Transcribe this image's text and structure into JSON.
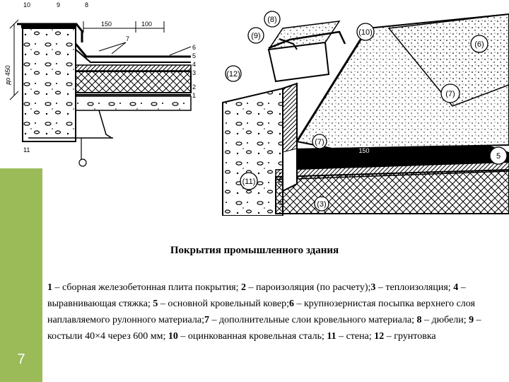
{
  "slide": {
    "number": "7"
  },
  "drawing_left": {
    "dimensions": [
      "150",
      "100"
    ],
    "height_label": "до 450",
    "callouts": [
      "10",
      "9",
      "8",
      "7",
      "6",
      "5",
      "4",
      "3",
      "2",
      "1",
      "11"
    ]
  },
  "drawing_right": {
    "callouts": [
      "(8)",
      "(9)",
      "(10)",
      "(6)",
      "(12)",
      "(7)",
      "(7)",
      "5",
      "(11)",
      "(3)"
    ],
    "dimension": "150"
  },
  "caption": "Покрытия промышленного здания",
  "legend": [
    {
      "num": "1",
      "text": " – сборная железобетонная плита покрытия; "
    },
    {
      "num": "2",
      "text": " – пароизоляция  (по расчету);"
    },
    {
      "num": "3",
      "text": " – теплоизоляция; "
    },
    {
      "num": "4",
      "text": " – выравнивающая стяжка; "
    },
    {
      "num": "5",
      "text": " – основной кровельный ковер;"
    },
    {
      "num": "6",
      "text": " – крупнозернистая посыпка верхнего слоя наплавляемого рулонного материала;"
    },
    {
      "num": "7",
      "text": " – дополнительные слои кровельного материала; "
    },
    {
      "num": "8",
      "text": " – дюбели; "
    },
    {
      "num": "9",
      "text": " – костыли 40×4 через 600 мм; "
    },
    {
      "num": "10",
      "text": " – оцинкованная кровельная сталь; "
    },
    {
      "num": "11",
      "text": " – стена; "
    },
    {
      "num": "12",
      "text": " – грунтовка"
    }
  ]
}
